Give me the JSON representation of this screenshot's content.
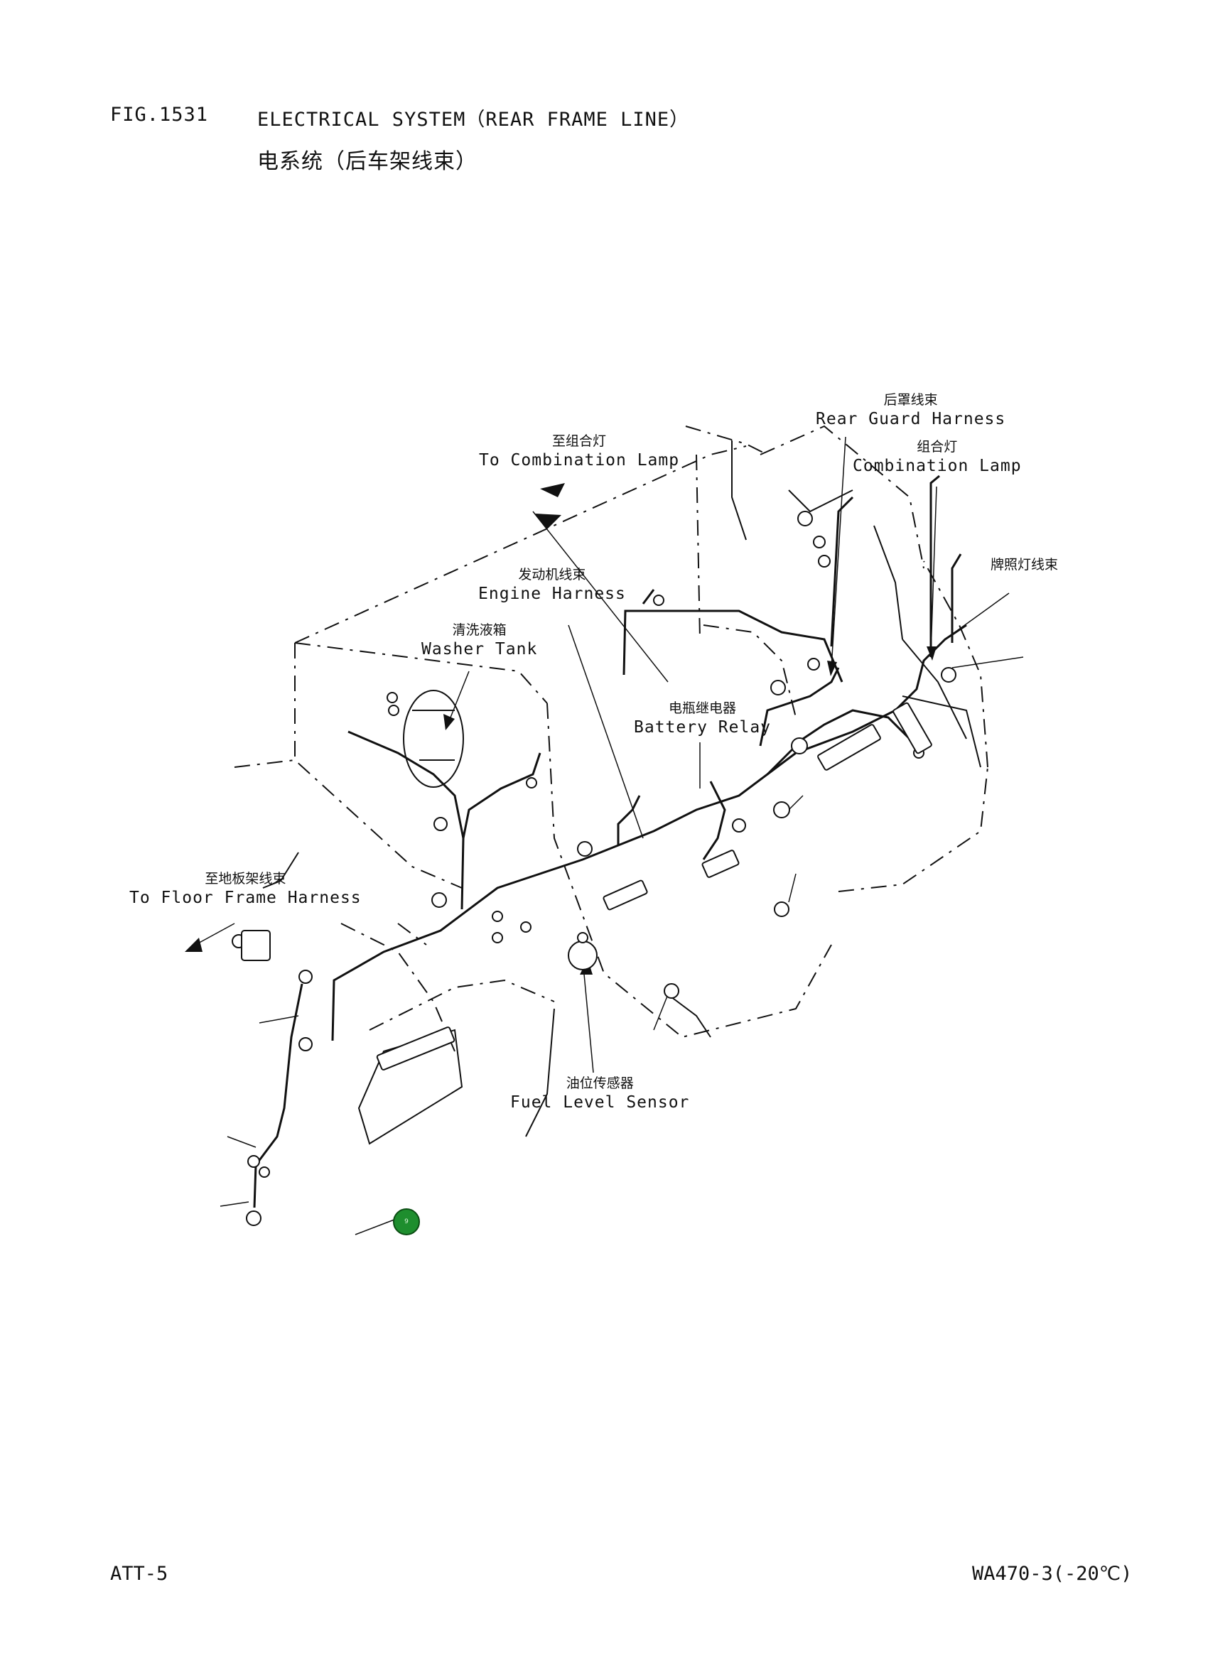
{
  "header": {
    "fig_number": "FIG.1531",
    "title_en": "ELECTRICAL SYSTEM（REAR FRAME LINE）",
    "title_zh": "电系统（后车架线束）"
  },
  "callouts": {
    "rear_guard_harness": {
      "zh": "后罩线束",
      "en": "Rear Guard Harness"
    },
    "combination_lamp": {
      "zh": "组合灯",
      "en": "Combination Lamp"
    },
    "to_combination_lamp": {
      "zh": "至组合灯",
      "en": "To Combination Lamp"
    },
    "license_lamp_harness": {
      "zh": "牌照灯线束"
    },
    "engine_harness": {
      "zh": "发动机线束",
      "en": "Engine Harness"
    },
    "washer_tank": {
      "zh": "清洗液箱",
      "en": "Washer Tank"
    },
    "battery_relay": {
      "zh": "电瓶继电器",
      "en": "Battery Relay"
    },
    "to_floor_frame_harness": {
      "zh": "至地板架线束",
      "en": "To Floor Frame Harness"
    },
    "fuel_level_sensor": {
      "zh": "油位传感器",
      "en": "Fuel Level Sensor"
    }
  },
  "marker": {
    "label": "9",
    "color": "#1e8e2e"
  },
  "footer": {
    "left": "ATT-5",
    "right": "WA470-3(-20℃)"
  }
}
